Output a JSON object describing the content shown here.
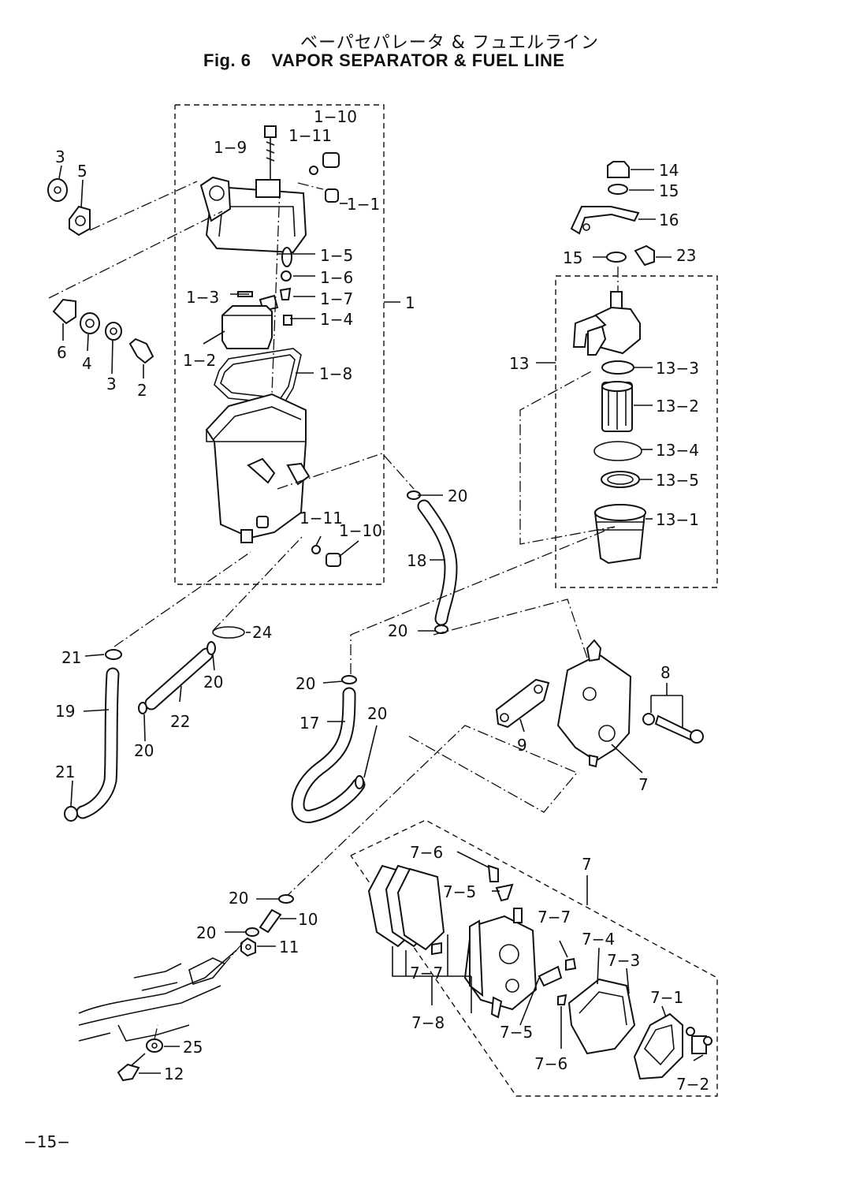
{
  "title_jp": "ベーパセパレータ & フュエルライン",
  "fig_label": "Fig. 6",
  "title_en": "VAPOR SEPARATOR & FUEL LINE",
  "page_number": "−15−",
  "labels": {
    "p1_10a": "1−10",
    "p1_9": "1−9",
    "p1_11a": "1−11",
    "p1_1": "1−1",
    "p1_5": "1−5",
    "p1_6": "1−6",
    "p1_3": "1−3",
    "p1_7": "1−7",
    "p1_4": "1−4",
    "p1_2": "1−2",
    "p1_8": "1−8",
    "p1": "1",
    "p1_11b": "1−11",
    "p1_10b": "1−10",
    "p3a": "3",
    "p5": "5",
    "p6": "6",
    "p4": "4",
    "p3b": "3",
    "p2": "2",
    "p14": "14",
    "p15a": "15",
    "p16": "16",
    "p15b": "15",
    "p23": "23",
    "p13": "13",
    "p13_3": "13−3",
    "p13_2": "13−2",
    "p13_4": "13−4",
    "p13_5": "13−5",
    "p13_1": "13−1",
    "p20a": "20",
    "p18": "18",
    "p20b": "20",
    "p24": "24",
    "p21a": "21",
    "p20c": "20",
    "p19": "19",
    "p22": "22",
    "p20d": "20",
    "p21b": "21",
    "p20e": "20",
    "p17": "17",
    "p20f": "20",
    "p8": "8",
    "p9": "9",
    "p7a": "7",
    "p20g": "20",
    "p10": "10",
    "p20h": "20",
    "p11": "11",
    "p25": "25",
    "p12": "12",
    "p7b": "7",
    "p7_6a": "7−6",
    "p7_5a": "7−5",
    "p7_7a": "7−7",
    "p7_4": "7−4",
    "p7_7b": "7−7",
    "p7_3": "7−3",
    "p7_8": "7−8",
    "p7_5b": "7−5",
    "p7_6b": "7−6",
    "p7_1": "7−1",
    "p7_2": "7−2"
  }
}
